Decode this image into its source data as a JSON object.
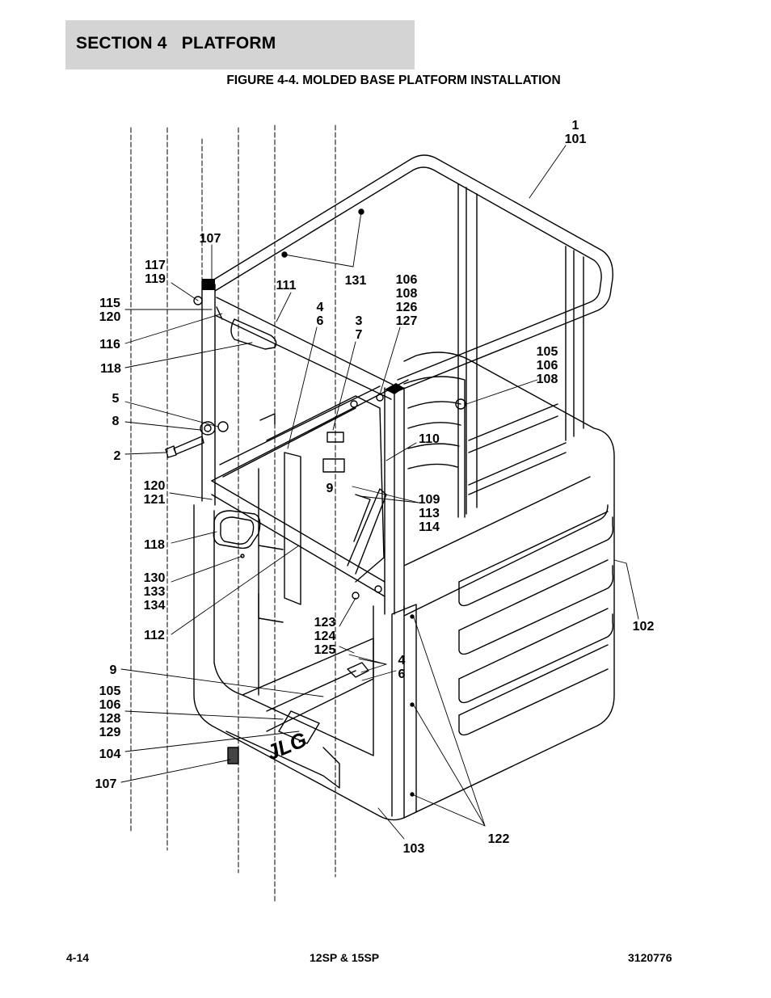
{
  "header": {
    "section_title": "SECTION 4   PLATFORM",
    "figure_title": "FIGURE 4-4. MOLDED BASE PLATFORM INSTALLATION"
  },
  "callouts": [
    {
      "id": "c-1-101",
      "lines": [
        "1",
        "101"
      ]
    },
    {
      "id": "c-107-top",
      "lines": [
        "107"
      ]
    },
    {
      "id": "c-117-119",
      "lines": [
        "117",
        "119"
      ]
    },
    {
      "id": "c-111",
      "lines": [
        "111"
      ]
    },
    {
      "id": "c-131",
      "lines": [
        "131"
      ]
    },
    {
      "id": "c-106-108-126-127",
      "lines": [
        "106",
        "108",
        "126",
        "127"
      ]
    },
    {
      "id": "c-115-120",
      "lines": [
        "115",
        "120"
      ]
    },
    {
      "id": "c-4-6-top",
      "lines": [
        "4",
        "6"
      ]
    },
    {
      "id": "c-3-7",
      "lines": [
        "3",
        "7"
      ]
    },
    {
      "id": "c-116",
      "lines": [
        "116"
      ]
    },
    {
      "id": "c-105-106-108",
      "lines": [
        "105",
        "106",
        "108"
      ]
    },
    {
      "id": "c-118-top",
      "lines": [
        "118"
      ]
    },
    {
      "id": "c-5",
      "lines": [
        "5"
      ]
    },
    {
      "id": "c-8",
      "lines": [
        "8"
      ]
    },
    {
      "id": "c-110",
      "lines": [
        "110"
      ]
    },
    {
      "id": "c-2",
      "lines": [
        "2"
      ]
    },
    {
      "id": "c-120-121",
      "lines": [
        "120",
        "121"
      ]
    },
    {
      "id": "c-9-mid",
      "lines": [
        "9"
      ]
    },
    {
      "id": "c-109-113-114",
      "lines": [
        "109",
        "113",
        "114"
      ]
    },
    {
      "id": "c-118-low",
      "lines": [
        "118"
      ]
    },
    {
      "id": "c-130-133-134",
      "lines": [
        "130",
        "133",
        "134"
      ]
    },
    {
      "id": "c-112",
      "lines": [
        "112"
      ]
    },
    {
      "id": "c-123-124-125",
      "lines": [
        "123",
        "124",
        "125"
      ]
    },
    {
      "id": "c-102",
      "lines": [
        "102"
      ]
    },
    {
      "id": "c-4-6-low",
      "lines": [
        "4",
        "6"
      ]
    },
    {
      "id": "c-9-low",
      "lines": [
        "9"
      ]
    },
    {
      "id": "c-105-106-128-129",
      "lines": [
        "105",
        "106",
        "128",
        "129"
      ]
    },
    {
      "id": "c-104",
      "lines": [
        "104"
      ]
    },
    {
      "id": "c-107-low",
      "lines": [
        "107"
      ]
    },
    {
      "id": "c-122",
      "lines": [
        "122"
      ]
    },
    {
      "id": "c-103",
      "lines": [
        "103"
      ]
    }
  ],
  "logo_text": "JLG",
  "footer": {
    "page_number": "4-14",
    "model": "12SP & 15SP",
    "doc_number": "3120776"
  }
}
